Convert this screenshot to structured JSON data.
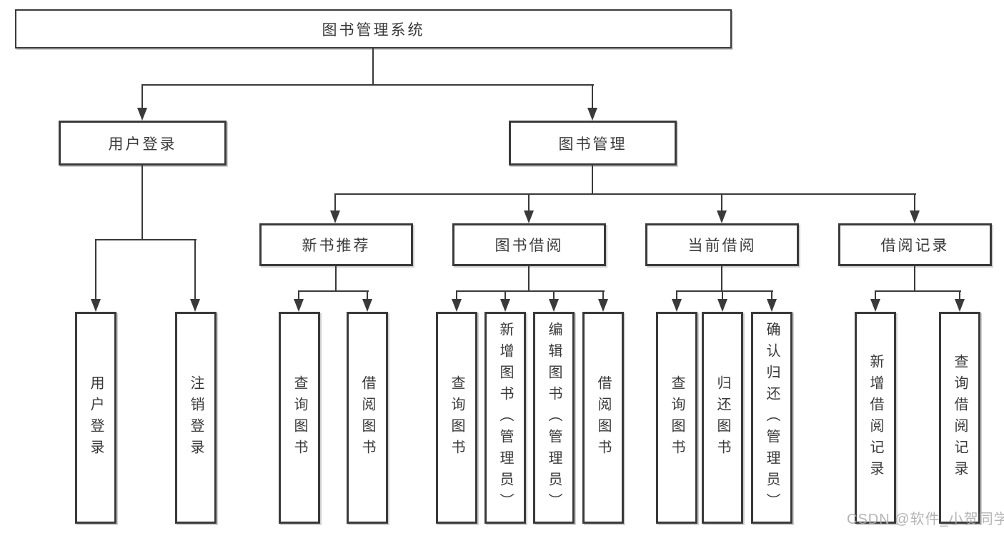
{
  "tree": {
    "root": {
      "label": "图书管理系统"
    },
    "branches": [
      {
        "label": "用户登录",
        "children": [
          {
            "label": "用户登录"
          },
          {
            "label": "注销登录"
          }
        ]
      },
      {
        "label": "图书管理",
        "children": [
          {
            "label": "新书推荐",
            "children": [
              {
                "label": "查询图书"
              },
              {
                "label": "借阅图书"
              }
            ]
          },
          {
            "label": "图书借阅",
            "children": [
              {
                "label": "查询图书"
              },
              {
                "label": "新增图书（管理员）"
              },
              {
                "label": "编辑图书（管理员）"
              },
              {
                "label": "借阅图书"
              }
            ]
          },
          {
            "label": "当前借阅",
            "children": [
              {
                "label": "查询图书"
              },
              {
                "label": "归还图书"
              },
              {
                "label": "确认归还（管理员）"
              }
            ]
          },
          {
            "label": "借阅记录",
            "children": [
              {
                "label": "新增借阅记录"
              },
              {
                "label": "查询借阅记录"
              }
            ]
          }
        ]
      }
    ]
  },
  "watermark": {
    "text": "CSDN @软件_小贺同学"
  },
  "colors": {
    "line": "#3a3a3a",
    "box_border": "#3a3a3a",
    "text": "#3a3a3a",
    "watermark": "#acacac",
    "background": "#ffffff"
  }
}
